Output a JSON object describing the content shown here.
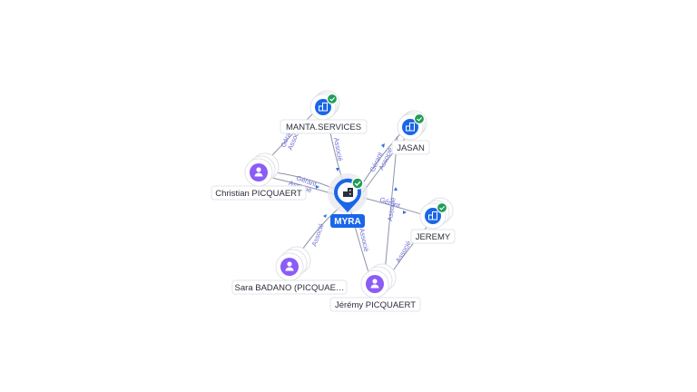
{
  "graph": {
    "colors": {
      "company": "#1a66e8",
      "person": "#8b5cf6",
      "verified": "#1f9d55",
      "edge": "#8e93a6",
      "edge_label": "#6e6fd8"
    },
    "nodes": {
      "main": {
        "label": "MYRA",
        "type": "company",
        "icon": "building-icon",
        "verified": true
      },
      "manta": {
        "label": "MANTA.SERVICES",
        "type": "company",
        "icon": "building-icon",
        "verified": true
      },
      "jasan": {
        "label": "JASAN",
        "type": "company",
        "icon": "building-icon",
        "verified": true
      },
      "jeremy_co": {
        "label": "JEREMY",
        "type": "company",
        "icon": "building-icon",
        "verified": true
      },
      "christian": {
        "label": "Christian PICQUAERT",
        "type": "person",
        "icon": "person-icon"
      },
      "sara": {
        "label": "Sara BADANO (PICQUAE…",
        "type": "person",
        "icon": "person-icon"
      },
      "jeremy_p": {
        "label": "Jérémy PICQUAERT",
        "type": "person",
        "icon": "person-icon"
      }
    },
    "edge_labels": {
      "manta_main": "Associé",
      "christian_manta": "Gérant\nAssocié",
      "christian_main": "Gérant\nAssocié",
      "sara_main": "Associé",
      "jeremyp_main": "Associé",
      "main_jasan": "Gérant\nAssocié",
      "main_jeremyco": "Gérant",
      "jeremyp_jasan": "Associé",
      "jeremyp_jeremyco": "Associé"
    }
  }
}
